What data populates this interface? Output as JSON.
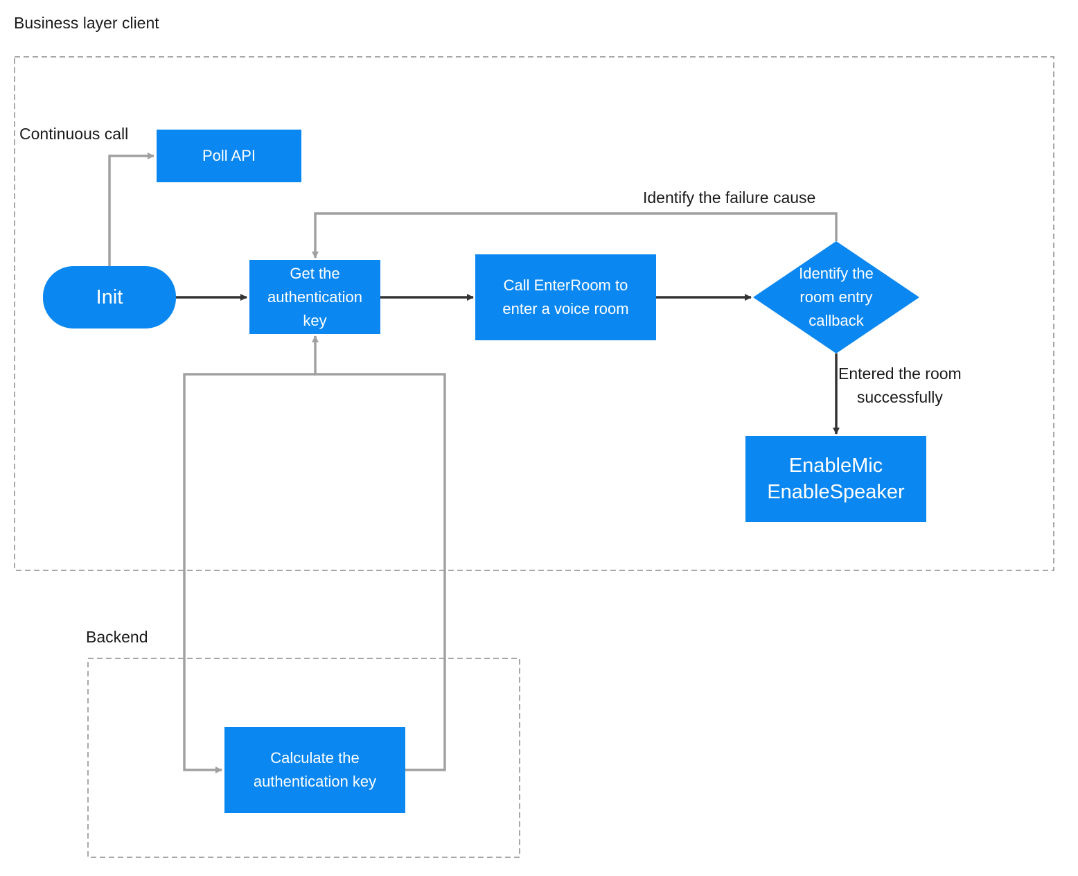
{
  "groups": {
    "client": "Business layer client",
    "backend": "Backend"
  },
  "nodes": {
    "poll": "Poll API",
    "init": "Init",
    "get_key": "Get the\nauthentication\nkey",
    "enter_room": "Call EnterRoom to\nenter a voice room",
    "identify": "Identify the\nroom entry\ncallback",
    "enable": "EnableMic\nEnableSpeaker",
    "calc_key": "Calculate the\nauthentication key"
  },
  "edge_labels": {
    "continuous": "Continuous call",
    "failure": "Identify the failure cause",
    "success": "Entered the room\nsuccessfully"
  },
  "colors": {
    "node_fill": "#0a87f0",
    "node_text": "#ffffff",
    "main_arrow": "#333333",
    "secondary_arrow": "#a0a0a0",
    "group_border": "#a8a8a8"
  }
}
